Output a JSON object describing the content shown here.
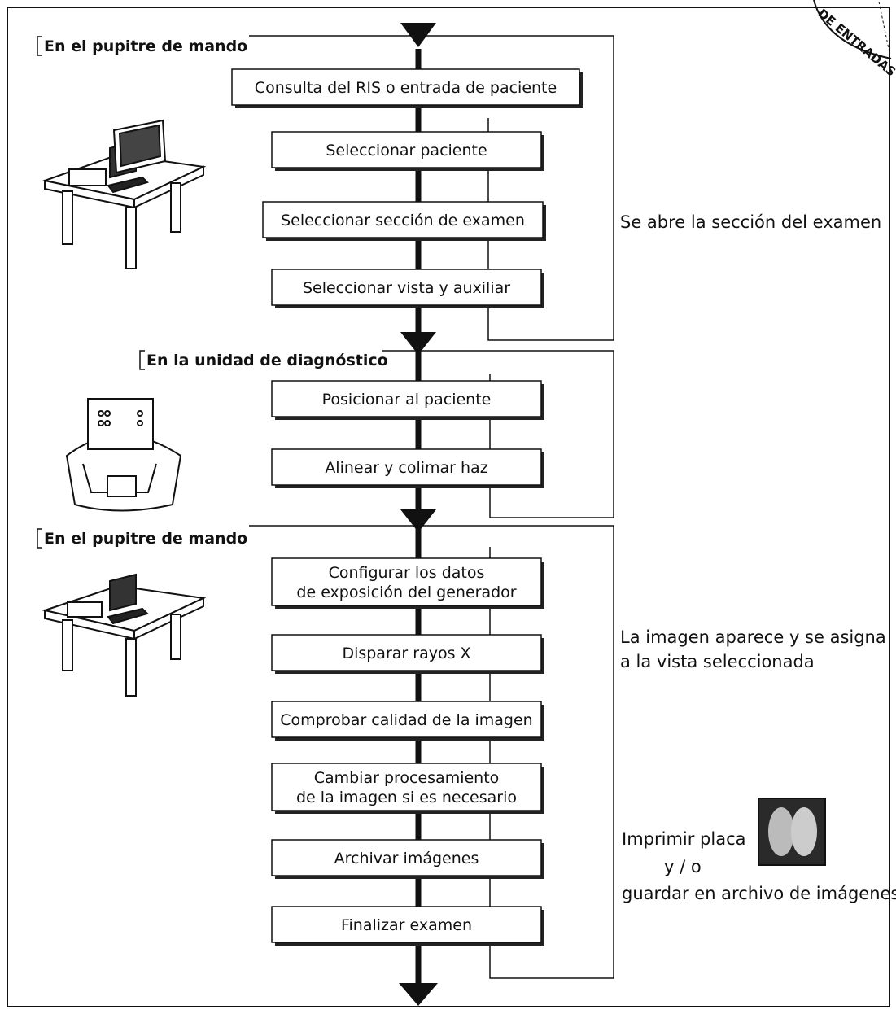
{
  "sections": [
    {
      "label": "En el pupitre de mando"
    },
    {
      "label": "En la unidad de diagnóstico"
    },
    {
      "label": "En el pupitre de mando"
    }
  ],
  "steps": [
    {
      "lines": [
        "Consulta del RIS o entrada de paciente"
      ]
    },
    {
      "lines": [
        "Seleccionar paciente"
      ]
    },
    {
      "lines": [
        "Seleccionar sección de examen"
      ]
    },
    {
      "lines": [
        "Seleccionar vista y auxiliar"
      ]
    },
    {
      "lines": [
        "Posicionar al paciente"
      ]
    },
    {
      "lines": [
        "Alinear y colimar haz"
      ]
    },
    {
      "lines": [
        "Configurar los datos",
        "de exposición del generador"
      ]
    },
    {
      "lines": [
        "Disparar rayos X"
      ]
    },
    {
      "lines": [
        "Comprobar calidad de la imagen"
      ]
    },
    {
      "lines": [
        "Cambiar procesamiento",
        "de la imagen si es necesario"
      ]
    },
    {
      "lines": [
        "Archivar imágenes"
      ]
    },
    {
      "lines": [
        "Finalizar examen"
      ]
    }
  ],
  "side_notes": {
    "exam_section_opens": "Se abre la sección del examen",
    "image_appears_1": "La imagen aparece y se asigna",
    "image_appears_2": "a la vista seleccionada",
    "print_plate": "Imprimir placa",
    "and_or": "y / o",
    "save_archive": "guardar en archivo de imágenes"
  },
  "stamp": {
    "text": "DE ENTRADAS"
  },
  "colors": {
    "line": "#111111",
    "box_shadow": "#222222",
    "box_fill": "#ffffff"
  },
  "icons": [
    "control-desk-icon",
    "diagnostic-unit-icon",
    "control-desk-icon",
    "xray-film-icon"
  ]
}
